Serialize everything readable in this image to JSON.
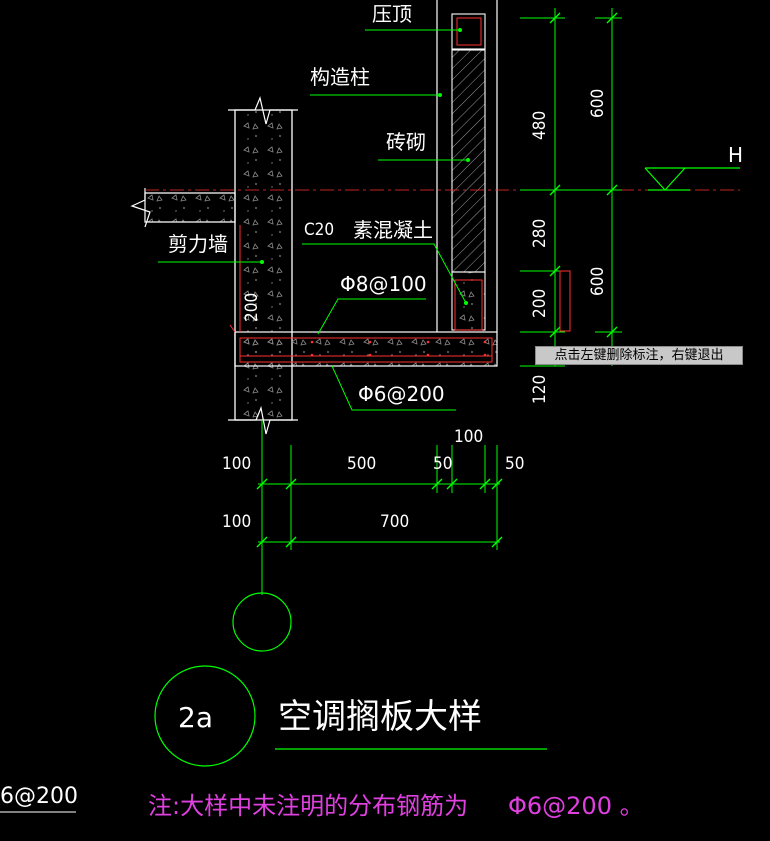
{
  "labels": {
    "top_cap": "压顶",
    "column": "构造柱",
    "brick": "砖砌",
    "shear_wall": "剪力墙",
    "concrete_grade": "C20",
    "plain_concrete": "素混凝土",
    "rebar_main": "Φ8@100",
    "rebar_dist": "Φ6@200",
    "level_mark": "H"
  },
  "dims_vertical": {
    "d480": "480",
    "d280": "280",
    "d200a": "200",
    "d200b": "200",
    "d120": "120",
    "d600a": "600",
    "d600b": "600"
  },
  "dims_horizontal": {
    "d100a": "100",
    "d500": "500",
    "d50a": "50",
    "d100b": "100",
    "d50b": "50",
    "d100c": "100",
    "d700": "700"
  },
  "title": {
    "number": "2a",
    "text": "空调搁板大样"
  },
  "left_fragment": "6@200",
  "note": {
    "text": "注:大样中未注明的分布钢筋为",
    "rebar": "Φ6@200 。"
  },
  "tooltip": "点击左键删除标注，右键退出",
  "colors": {
    "background": "#000000",
    "concrete_outline": "#ffffff",
    "rebar": "#ff3030",
    "dimension": "#00ff00",
    "leader": "#00ff00",
    "note": "#e040e0"
  }
}
